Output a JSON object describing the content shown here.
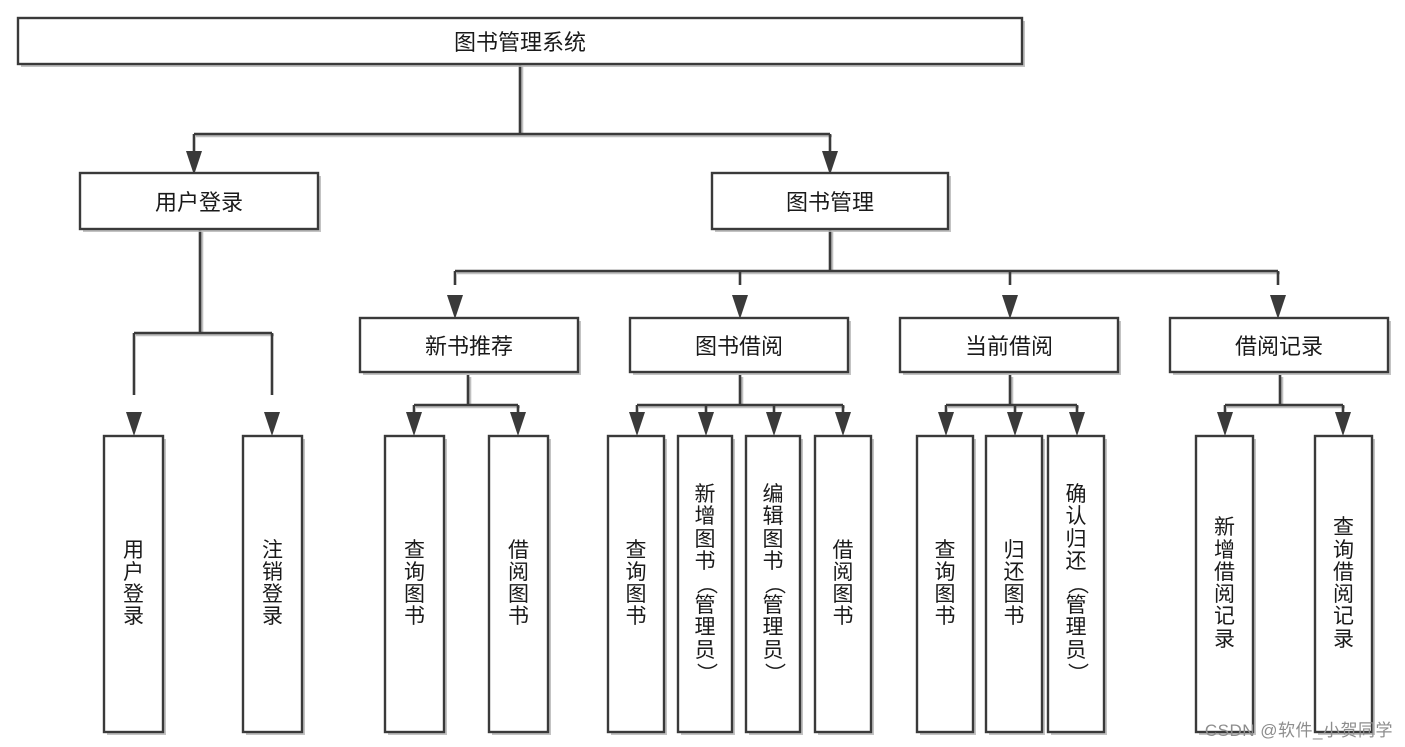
{
  "diagram": {
    "type": "tree-hierarchy-chart",
    "title": "图书管理系统",
    "stroke_color": "#3a3a3a",
    "fill_color": "#ffffff",
    "background_color": "#ffffff",
    "root": {
      "label": "图书管理系统"
    },
    "level2": [
      {
        "label": "用户登录"
      },
      {
        "label": "图书管理"
      }
    ],
    "level3": [
      {
        "label": "新书推荐"
      },
      {
        "label": "图书借阅"
      },
      {
        "label": "当前借阅"
      },
      {
        "label": "借阅记录"
      }
    ],
    "leaves": {
      "user_login": [
        {
          "label": "用户登录",
          "chars": [
            "用",
            "户",
            "登",
            "录"
          ]
        },
        {
          "label": "注销登录",
          "chars": [
            "注",
            "销",
            "登",
            "录"
          ]
        }
      ],
      "new_book_recommend": [
        {
          "label": "查询图书",
          "chars": [
            "查",
            "询",
            "图",
            "书"
          ]
        },
        {
          "label": "借阅图书",
          "chars": [
            "借",
            "阅",
            "图",
            "书"
          ]
        }
      ],
      "book_borrow": [
        {
          "label": "查询图书",
          "chars": [
            "查",
            "询",
            "图",
            "书"
          ]
        },
        {
          "label": "新增图书（管理员）",
          "chars": [
            "新",
            "增",
            "图",
            "书",
            "（",
            "管",
            "理",
            "员",
            "）"
          ]
        },
        {
          "label": "编辑图书（管理员）",
          "chars": [
            "编",
            "辑",
            "图",
            "书",
            "（",
            "管",
            "理",
            "员",
            "）"
          ]
        },
        {
          "label": "借阅图书",
          "chars": [
            "借",
            "阅",
            "图",
            "书"
          ]
        }
      ],
      "current_borrow": [
        {
          "label": "查询图书",
          "chars": [
            "查",
            "询",
            "图",
            "书"
          ]
        },
        {
          "label": "归还图书",
          "chars": [
            "归",
            "还",
            "图",
            "书"
          ]
        },
        {
          "label": "确认归还（管理员）",
          "chars": [
            "确",
            "认",
            "归",
            "还",
            "（",
            "管",
            "理",
            "员",
            "）"
          ]
        }
      ],
      "borrow_record": [
        {
          "label": "新增借阅记录",
          "chars": [
            "新",
            "增",
            "借",
            "阅",
            "记",
            "录"
          ]
        },
        {
          "label": "查询借阅记录",
          "chars": [
            "查",
            "询",
            "借",
            "阅",
            "记",
            "录"
          ]
        }
      ]
    }
  },
  "watermark": {
    "text": "CSDN @软件_小贺同学"
  }
}
